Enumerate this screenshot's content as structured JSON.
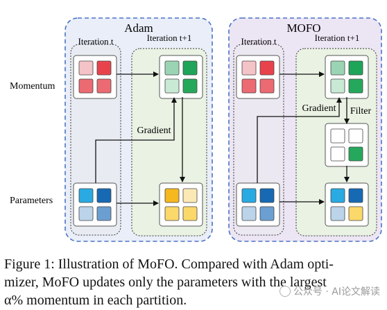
{
  "panels": {
    "left": {
      "title": "Adam",
      "col1": "Iteration t",
      "col2": "Iteration t+1",
      "gradient_label": "Gradient"
    },
    "right": {
      "title": "MOFO",
      "col1": "Iteration t",
      "col2": "Iteration t+1",
      "gradient_label": "Gradient",
      "filter_label": "Filter"
    }
  },
  "row_labels": {
    "momentum": "Momentum",
    "parameters": "Parameters"
  },
  "caption": {
    "line1": "Figure 1: Illustration of MoFO. Compared with Adam opti-",
    "line2": "mizer, MoFO updates only the parameters with the largest",
    "line3": "α% momentum in each partition."
  },
  "watermark": {
    "text": "公众号 · AI论文解读"
  },
  "colors": {
    "panel_left_bg": "#e9eef8",
    "panel_right_bg": "#ece5f4",
    "panel_border": "#4a72c4",
    "inner_bg": "#e9f2e3",
    "momentum_old": [
      "#f4c3c7",
      "#e8434c",
      "#ec6a72",
      "#ec6a72"
    ],
    "momentum_new": [
      "#9bd4b4",
      "#1fa55a",
      "#c8e9d4",
      "#26a85c"
    ],
    "filter_grid": [
      "#ffffff",
      "#ffffff",
      "#ffffff",
      "#26a85c"
    ],
    "params_old": [
      "#2aaae3",
      "#1769b3",
      "#bcd4ea",
      "#6b9fd1"
    ],
    "params_new_adam": [
      "#f5b81f",
      "#fbe9b5",
      "#fbd86a",
      "#fbd86a"
    ],
    "params_new_mofo": [
      "#2aaae3",
      "#1769b3",
      "#bcd4ea",
      "#fbd86a"
    ]
  }
}
